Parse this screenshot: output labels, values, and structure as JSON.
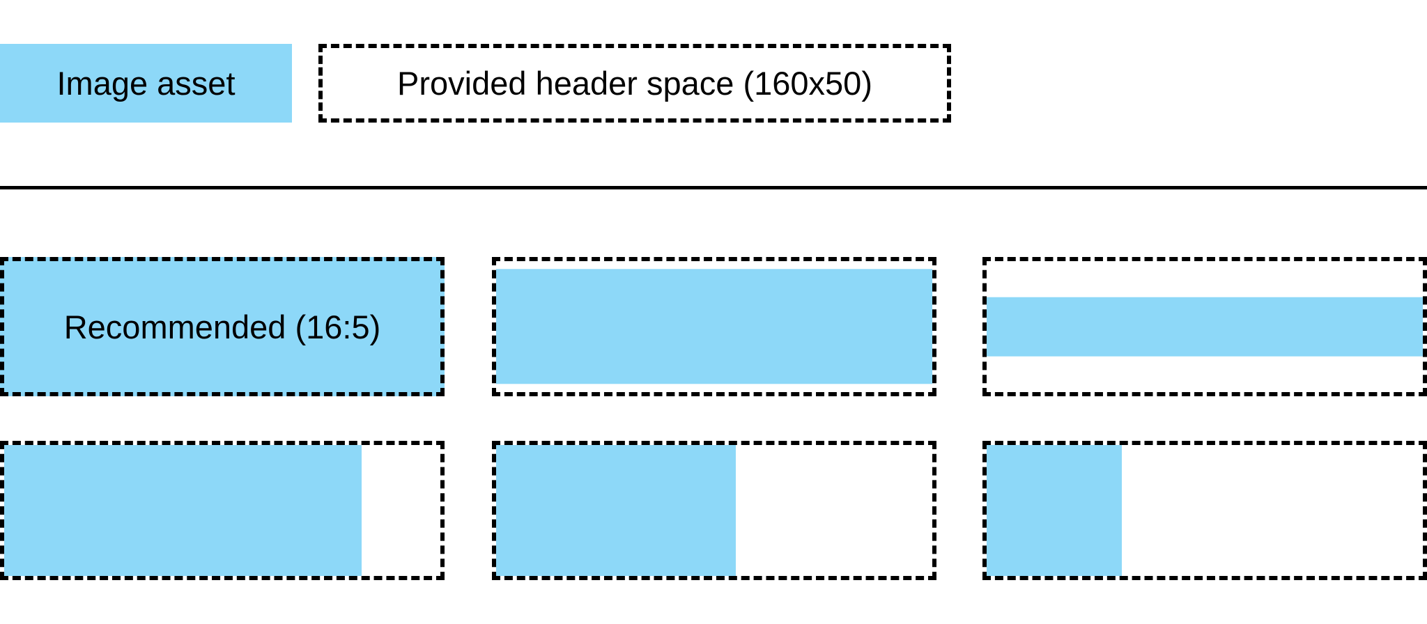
{
  "title": "Image asset header space sizing diagram",
  "colors": {
    "asset_blue": "#8DD8F8",
    "ink": "#000000",
    "background": "#FFFFFF"
  },
  "legend": {
    "image_asset_label": "Image asset",
    "header_space_label": "Provided header space (160x50)"
  },
  "recommended_label": "Recommended (16:5)",
  "examples": [
    {
      "name": "recommended-16x5",
      "fill_type": "full",
      "fill_width_pct": 100,
      "fill_height_pct": 100,
      "label": "Recommended (16:5)"
    },
    {
      "name": "wide-letterboxed",
      "fill_type": "centered-band",
      "fill_width_pct": 100,
      "fill_height_pct": 88,
      "label": ""
    },
    {
      "name": "extra-wide-letterboxed",
      "fill_type": "centered-band",
      "fill_width_pct": 100,
      "fill_height_pct": 45,
      "label": ""
    },
    {
      "name": "narrow-left-82",
      "fill_type": "left-bar",
      "fill_width_pct": 82,
      "fill_height_pct": 100,
      "label": ""
    },
    {
      "name": "narrow-left-55",
      "fill_type": "left-bar",
      "fill_width_pct": 55,
      "fill_height_pct": 100,
      "label": ""
    },
    {
      "name": "narrow-left-31",
      "fill_type": "left-bar",
      "fill_width_pct": 31,
      "fill_height_pct": 100,
      "label": ""
    }
  ]
}
